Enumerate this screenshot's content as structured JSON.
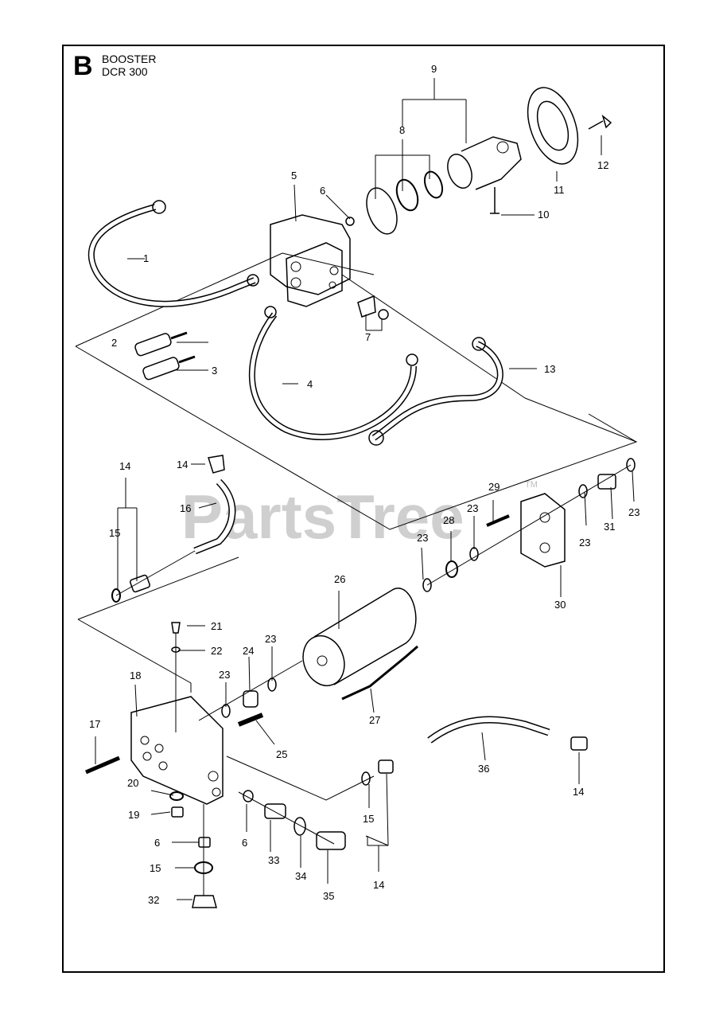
{
  "header": {
    "section_letter": "B",
    "title": "BOOSTER",
    "model": "DCR 300"
  },
  "watermark": {
    "text": "PartsTree",
    "trademark": "TM"
  },
  "callouts": [
    {
      "label": "1"
    },
    {
      "label": "2"
    },
    {
      "label": "3"
    },
    {
      "label": "4"
    },
    {
      "label": "5"
    },
    {
      "label": "6"
    },
    {
      "label": "7"
    },
    {
      "label": "8"
    },
    {
      "label": "9"
    },
    {
      "label": "10"
    },
    {
      "label": "11"
    },
    {
      "label": "12"
    },
    {
      "label": "13"
    },
    {
      "label": "14"
    },
    {
      "label": "14"
    },
    {
      "label": "15"
    },
    {
      "label": "16"
    },
    {
      "label": "23"
    },
    {
      "label": "23"
    },
    {
      "label": "23"
    },
    {
      "label": "23"
    },
    {
      "label": "26"
    },
    {
      "label": "28"
    },
    {
      "label": "29"
    },
    {
      "label": "30"
    },
    {
      "label": "31"
    },
    {
      "label": "21"
    },
    {
      "label": "22"
    },
    {
      "label": "23"
    },
    {
      "label": "23"
    },
    {
      "label": "24"
    },
    {
      "label": "18"
    },
    {
      "label": "17"
    },
    {
      "label": "25"
    },
    {
      "label": "27"
    },
    {
      "label": "36"
    },
    {
      "label": "14"
    },
    {
      "label": "20"
    },
    {
      "label": "19"
    },
    {
      "label": "6"
    },
    {
      "label": "6"
    },
    {
      "label": "15"
    },
    {
      "label": "32"
    },
    {
      "label": "33"
    },
    {
      "label": "34"
    },
    {
      "label": "35"
    },
    {
      "label": "15"
    },
    {
      "label": "14"
    }
  ],
  "colors": {
    "line": "#000000",
    "watermark": "#cfcfcf"
  }
}
